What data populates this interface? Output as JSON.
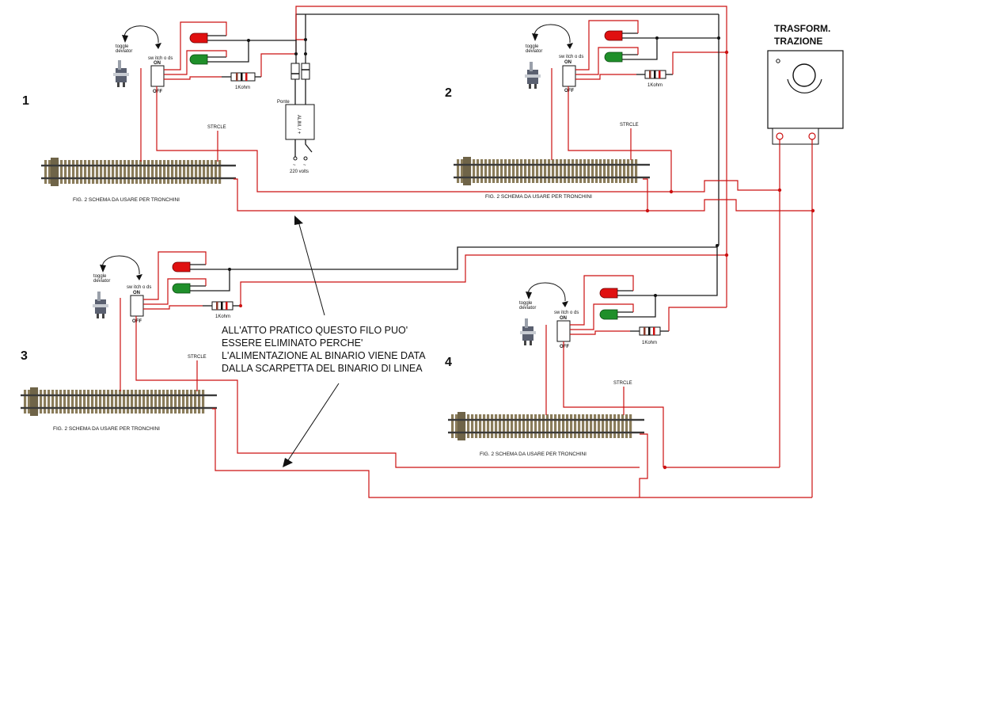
{
  "colors": {
    "wire_red": "#cc1111",
    "wire_black": "#1a1a1a",
    "led_red": "#e01010",
    "led_green": "#1f8f2a",
    "track_tie": "#8a7c5a",
    "rail": "#3a3a3a"
  },
  "sections": [
    {
      "number": "1",
      "resistor_label": "1Kohm",
      "switch_label": "sw itch o ds",
      "on_label": "ON",
      "off_label": "OFF",
      "toggle_label": "toggle\ndeviator",
      "sensor_label": "STRCLE",
      "caption": "FIG. 2  SCHEMA DA USARE PER TRONCHINI"
    },
    {
      "number": "2",
      "resistor_label": "1Kohm",
      "switch_label": "sw itch o ds",
      "on_label": "ON",
      "off_label": "OFF",
      "toggle_label": "toggle\ndeviator",
      "sensor_label": "STRCLE",
      "caption": "FIG. 2  SCHEMA DA USARE PER TRONCHINI"
    },
    {
      "number": "3",
      "resistor_label": "1Kohm",
      "switch_label": "sw itch o ds",
      "on_label": "ON",
      "off_label": "OFF",
      "toggle_label": "toggle\ndeviator",
      "sensor_label": "STRCLE",
      "caption": "FIG. 2  SCHEMA DA USARE PER TRONCHINI"
    },
    {
      "number": "4",
      "resistor_label": "1Kohm",
      "switch_label": "sw itch o ds",
      "on_label": "ON",
      "off_label": "OFF",
      "toggle_label": "toggle\ndeviator",
      "sensor_label": "STRCLE",
      "caption": "FIG. 2  SCHEMA DA USARE PER TRONCHINI"
    }
  ],
  "power_supply": {
    "top_label": "Ponte",
    "box_label": "ALIM. / +",
    "bottom_label": "220 volts",
    "term_left": "~",
    "term_right": "~"
  },
  "transformer": {
    "line1": "TRASFORM.",
    "line2": "TRAZIONE"
  },
  "note": [
    "ALL'ATTO PRATICO QUESTO FILO PUO'",
    "ESSERE ELIMINATO PERCHE'",
    "L'ALIMENTAZIONE AL BINARIO VIENE DATA",
    "DALLA SCARPETTA DEL BINARIO DI LINEA"
  ]
}
